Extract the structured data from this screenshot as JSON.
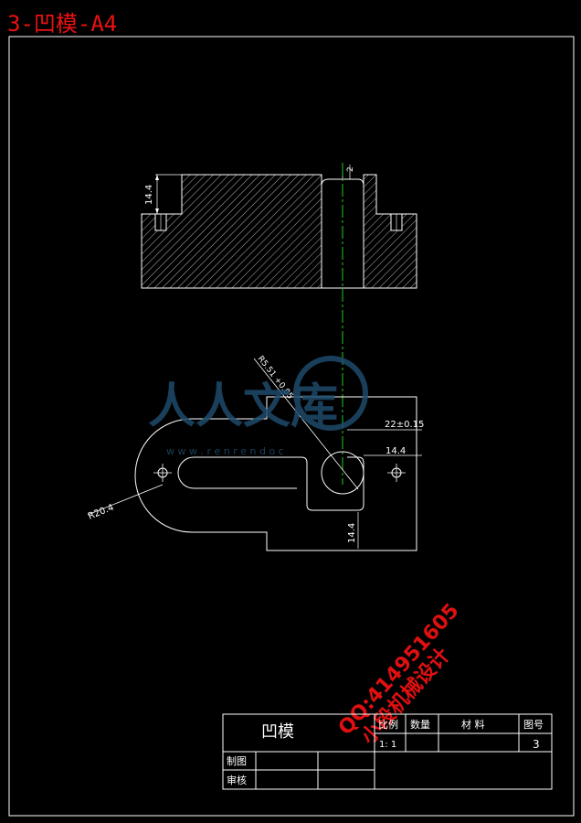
{
  "header": {
    "title": "3-凹模-A4"
  },
  "drawing": {
    "dim_top_height": "14.4",
    "dim_angle_label": "2",
    "dim_radius_label": "R20.4",
    "dim_diag_label": "R5.51 +0.05",
    "dim_width_1": "22±0.15",
    "dim_width_2": "14.4",
    "dim_height_bottom": "14.4"
  },
  "watermark": {
    "brand_cn": "人人文库",
    "brand_url": "w w w . r e n r e n d o c",
    "qq_line": "QQ:414951605",
    "design_line": "小段机械设计"
  },
  "title_block": {
    "part_name": "凹模",
    "col_scale": "比例",
    "col_qty": "数量",
    "col_material": "材 料",
    "col_drawing_no": "图号",
    "scale_value": "1: 1",
    "drawing_no_value": "3",
    "row_draw": "制图",
    "row_check": "审核"
  },
  "colors": {
    "line": "#ffffff",
    "center_line": "#22cc22",
    "title_red": "#ee1111",
    "watermark_blue": "#1f4a6b",
    "stamp_red": "#e01010"
  }
}
